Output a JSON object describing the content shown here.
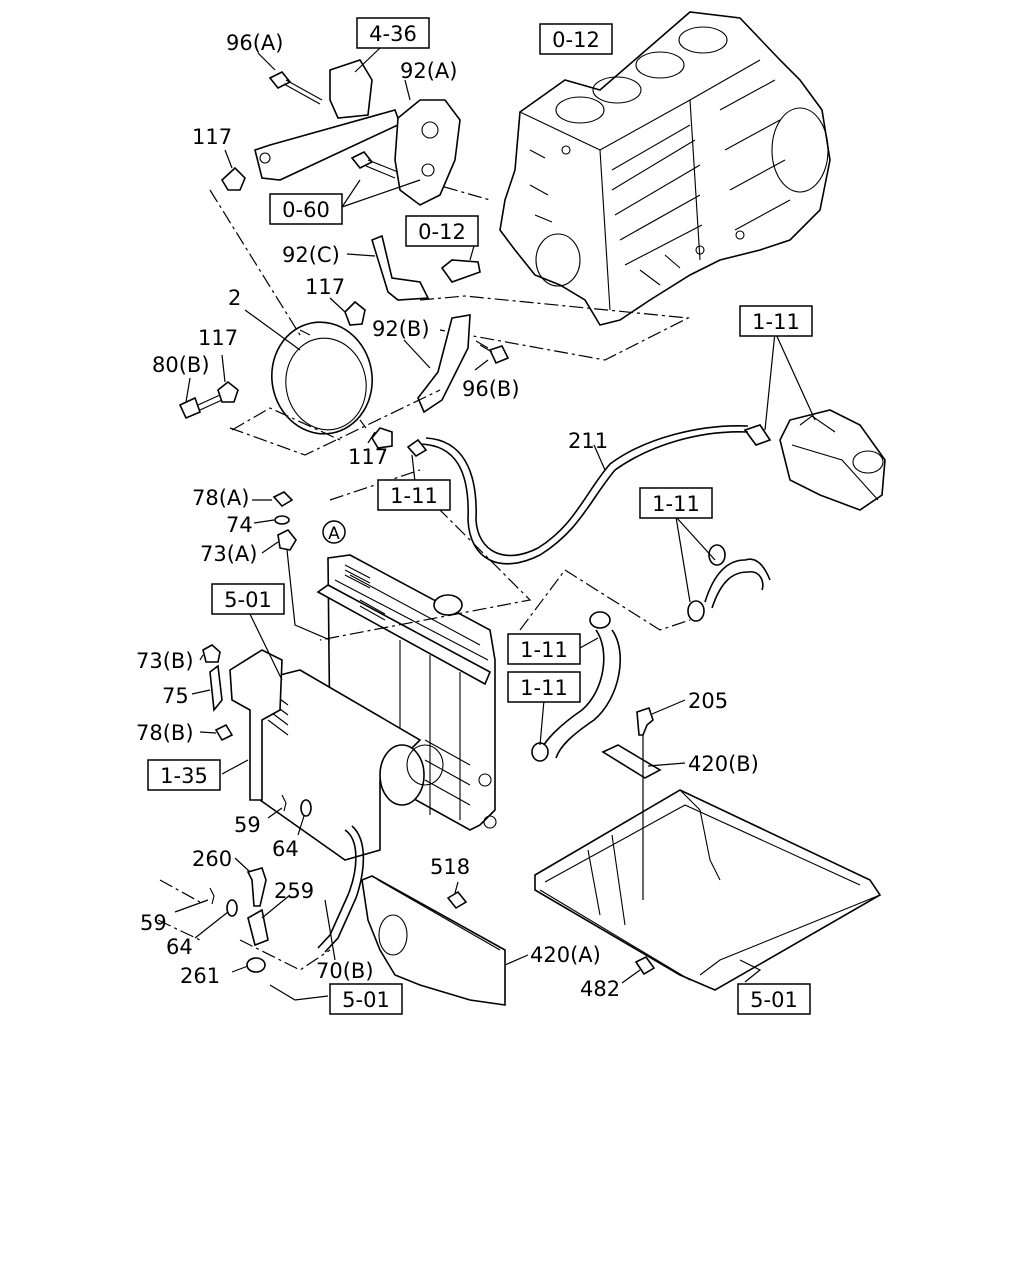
{
  "diagram": {
    "refs": {
      "r436": "4-36",
      "r012a": "0-12",
      "r060": "0-60",
      "r012b": "0-12",
      "r111a": "1-11",
      "r111b": "1-11",
      "r111c": "1-11",
      "r111d": "1-11",
      "r111e": "1-11",
      "r501a": "5-01",
      "r135": "1-35",
      "r501b": "5-01",
      "r501c": "5-01"
    },
    "labels": {
      "l96a": "96(A)",
      "l92a": "92(A)",
      "l117a": "117",
      "l92c": "92(C)",
      "l117b": "117",
      "l2": "2",
      "l117c": "117",
      "l92b": "92(B)",
      "l80b": "80(B)",
      "l96b": "96(B)",
      "l117d": "117",
      "l211": "211",
      "l78a": "78(A)",
      "l74": "74",
      "l73a": "73(A)",
      "lA": "A",
      "l73b": "73(B)",
      "l75": "75",
      "l78b": "78(B)",
      "l205": "205",
      "l420b": "420(B)",
      "l59a": "59",
      "l64a": "64",
      "l260": "260",
      "l518": "518",
      "l259": "259",
      "l59b": "59",
      "l64b": "64",
      "l261": "261",
      "l70b": "70(B)",
      "l420a": "420(A)",
      "l482": "482"
    }
  }
}
